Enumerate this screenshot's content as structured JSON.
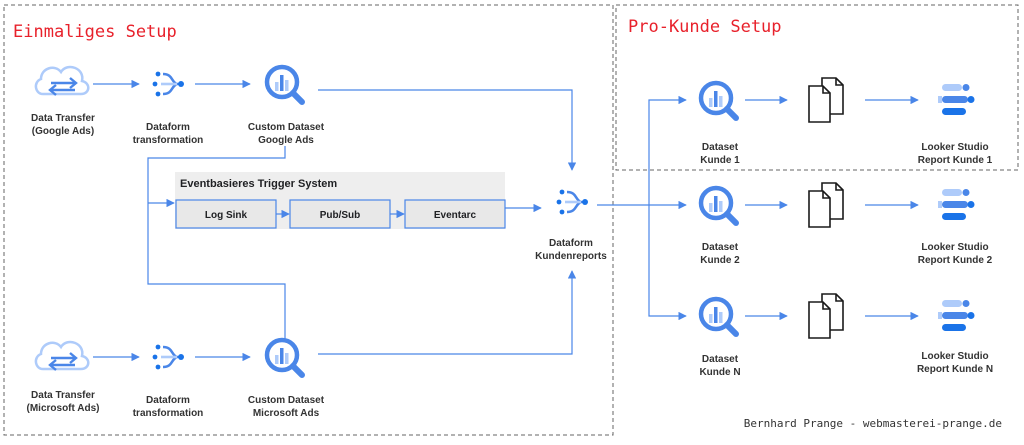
{
  "sections": {
    "one_time": "Einmaliges Setup",
    "per_customer": "Pro-Kunde Setup"
  },
  "sources": {
    "google": {
      "line1": "Data Transfer",
      "line2": "(Google Ads)"
    },
    "microsoft": {
      "line1": "Data Transfer",
      "line2": "(Microsoft Ads)"
    }
  },
  "transforms": {
    "top": {
      "line1": "Dataform",
      "line2": "transformation"
    },
    "bottom": {
      "line1": "Dataform",
      "line2": "transformation"
    }
  },
  "datasets": {
    "google": {
      "line1": "Custom Dataset",
      "line2": "Google Ads"
    },
    "microsoft": {
      "line1": "Custom Dataset",
      "line2": "Microsoft Ads"
    }
  },
  "trigger_system": {
    "title": "Eventbasieres Trigger System",
    "steps": [
      "Log Sink",
      "Pub/Sub",
      "Eventarc"
    ]
  },
  "customer_reports": {
    "line1": "Dataform",
    "line2": "Kundenreports"
  },
  "customers": [
    {
      "dataset_line1": "Dataset",
      "dataset_line2": "Kunde 1",
      "report_line1": "Looker Studio",
      "report_line2": "Report Kunde 1"
    },
    {
      "dataset_line1": "Dataset",
      "dataset_line2": "Kunde 2",
      "report_line1": "Looker Studio",
      "report_line2": "Report Kunde 2"
    },
    {
      "dataset_line1": "Dataset",
      "dataset_line2": "Kunde N",
      "report_line1": "Looker Studio",
      "report_line2": "Report Kunde N"
    }
  ],
  "credit": "Bernhard Prange - webmasterei-prange.de",
  "colors": {
    "accent_blue": "#4a86e8",
    "icon_blue": "#1a73e8",
    "icon_light": "#aecbfa",
    "title_red": "#e8212b",
    "border_gray": "#666666"
  },
  "icons": {
    "data_transfer": "cloud-transfer-icon",
    "dataform": "dataform-icon",
    "bigquery": "bigquery-icon",
    "documents": "documents-icon",
    "looker": "looker-studio-icon"
  }
}
